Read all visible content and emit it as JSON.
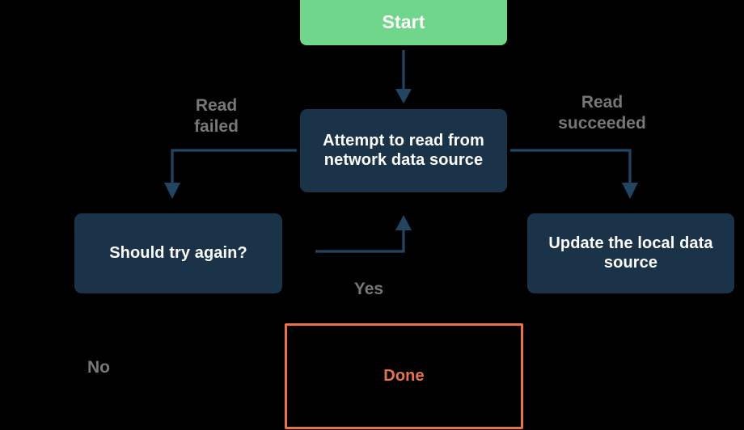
{
  "diagram": {
    "title": "Network read retry flowchart",
    "background": "#000000",
    "palette": {
      "start_fill": "#6FD68C",
      "node_fill": "#1B3348",
      "node_text": "#FFFFFF",
      "edge_stroke": "#224662",
      "edge_label_text": "#777777",
      "highlight_border": "#E8734A",
      "highlight_text": "#E8734A"
    },
    "nodes": [
      {
        "id": "start",
        "label": "Start",
        "shape": "rounded-rect",
        "state": "normal"
      },
      {
        "id": "attempt",
        "label": "Attempt to read from network data source",
        "shape": "rounded-rect",
        "state": "normal"
      },
      {
        "id": "retry",
        "label": "Should try again?",
        "shape": "rounded-rect",
        "state": "normal"
      },
      {
        "id": "update",
        "label": "Update the local data source",
        "shape": "rounded-rect",
        "state": "normal"
      },
      {
        "id": "done",
        "label": "Done",
        "shape": "rect",
        "state": "selected"
      }
    ],
    "edges": [
      {
        "id": "start-to-attempt",
        "from": "start",
        "to": "attempt",
        "label": ""
      },
      {
        "id": "attempt-to-retry",
        "from": "attempt",
        "to": "retry",
        "label": "Read\nfailed"
      },
      {
        "id": "attempt-to-update",
        "from": "attempt",
        "to": "update",
        "label": "Read\nsucceeded"
      },
      {
        "id": "retry-to-attempt",
        "from": "retry",
        "to": "attempt",
        "label": "Yes"
      },
      {
        "id": "retry-to-done",
        "from": "retry",
        "to": "done",
        "label": "No"
      }
    ]
  },
  "nodes": {
    "start": "Start",
    "attempt": "Attempt to read from network data source",
    "retry": "Should try again?",
    "update": "Update the local data source",
    "done": "Done"
  },
  "labels": {
    "read_failed": "Read\nfailed",
    "read_succeeded": "Read\nsucceeded",
    "yes": "Yes",
    "no": "No"
  }
}
